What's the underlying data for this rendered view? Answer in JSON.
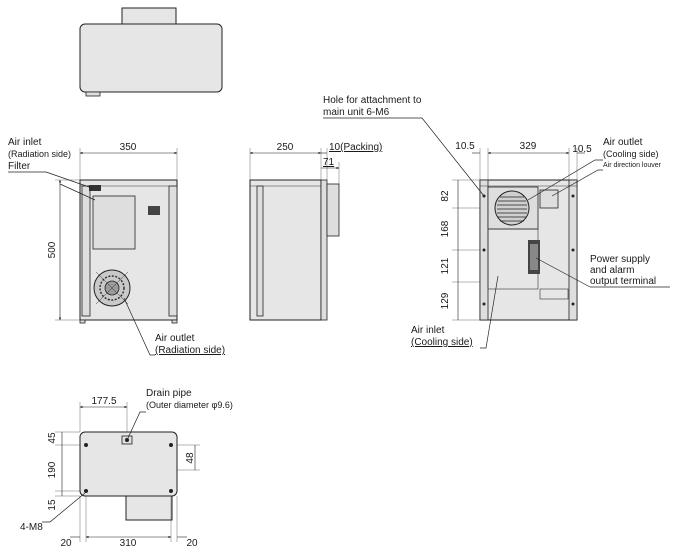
{
  "labels": {
    "air_inlet_radiation": "Air inlet",
    "radiation_side_paren": "(Radiation side)",
    "filter": "Filter",
    "air_outlet_radiation": "Air outlet",
    "radiation_side_underlined": "(Radiation side)",
    "hole_line1": "Hole for attachment to",
    "hole_line2": "main unit 6-M6",
    "air_outlet_cooling": "Air outlet",
    "cooling_side_paren": "(Cooling side)",
    "air_direction_louver": "Air direction louver",
    "power_line1": "Power supply",
    "power_line2": "and alarm",
    "power_line3": "output terminal",
    "air_inlet_cooling": "Air inlet",
    "cooling_side_underlined": "(Cooling side)",
    "drain_pipe": "Drain pipe",
    "drain_outer_diameter": "(Outer diameter φ9.6)",
    "bolt_holes": "4-M8"
  },
  "dimensions": {
    "front_width": "350",
    "front_height": "500",
    "side_depth": "250",
    "packing": "10(Packing)",
    "side_71": "71",
    "rear_left": "10.5",
    "rear_width": "329",
    "rear_right": "10.5",
    "rear_82": "82",
    "rear_168": "168",
    "rear_121": "121",
    "rear_129": "129",
    "bottom_1775": "177.5",
    "bottom_45": "45",
    "bottom_190": "190",
    "bottom_15": "15",
    "bottom_48": "48",
    "bottom_left_20": "20",
    "bottom_310": "310",
    "bottom_right_20": "20"
  }
}
